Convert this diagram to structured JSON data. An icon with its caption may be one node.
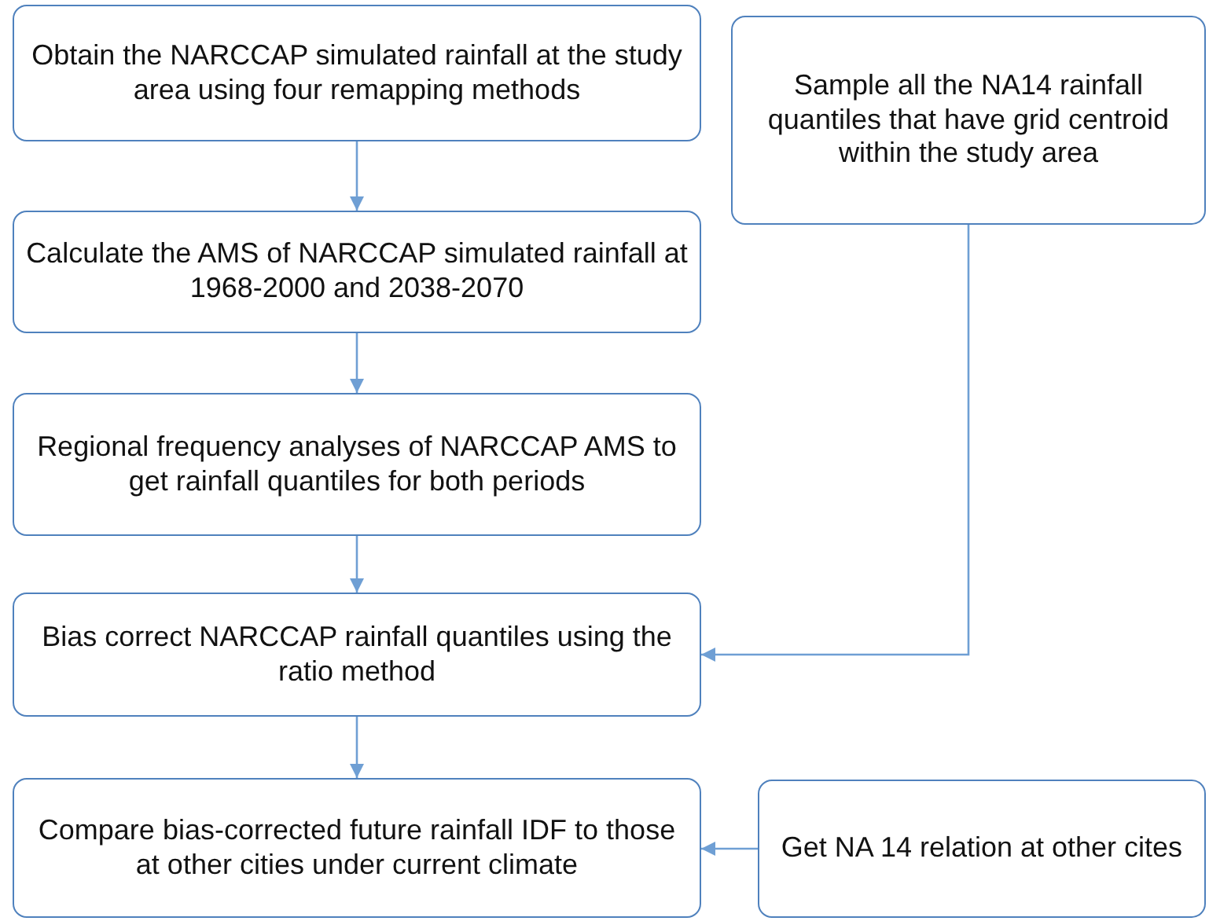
{
  "diagram": {
    "nodes": [
      {
        "text": [
          "Obtain the NARCCAP simulated rainfall at the study area using four remapping methods"
        ]
      },
      {
        "text": [
          "Sample all the NA14 rainfall quantiles that have grid centroid within the study area"
        ]
      },
      {
        "text": [
          "Calculate the AMS of NARCCAP simulated rainfall at 1968-2000 and 2038-2070"
        ]
      },
      {
        "text": [
          "Regional frequency analyses of NARCCAP AMS to get rainfall quantiles for both periods"
        ]
      },
      {
        "text": [
          "Bias correct NARCCAP rainfall quantiles using the ratio method"
        ]
      },
      {
        "text": [
          "Compare bias-corrected future rainfall IDF to those at other cities under current climate"
        ]
      },
      {
        "text": [
          "Get NA 14 relation at other cites"
        ]
      }
    ],
    "edges": [
      {
        "from": 0,
        "to": 2,
        "arrow": "to"
      },
      {
        "from": 2,
        "to": 3,
        "arrow": "to"
      },
      {
        "from": 3,
        "to": 4,
        "arrow": "to"
      },
      {
        "from": 1,
        "to": 4,
        "arrow": "to"
      },
      {
        "from": 4,
        "to": 5,
        "arrow": "to"
      },
      {
        "from": 6,
        "to": 5,
        "arrow": "to"
      }
    ]
  }
}
